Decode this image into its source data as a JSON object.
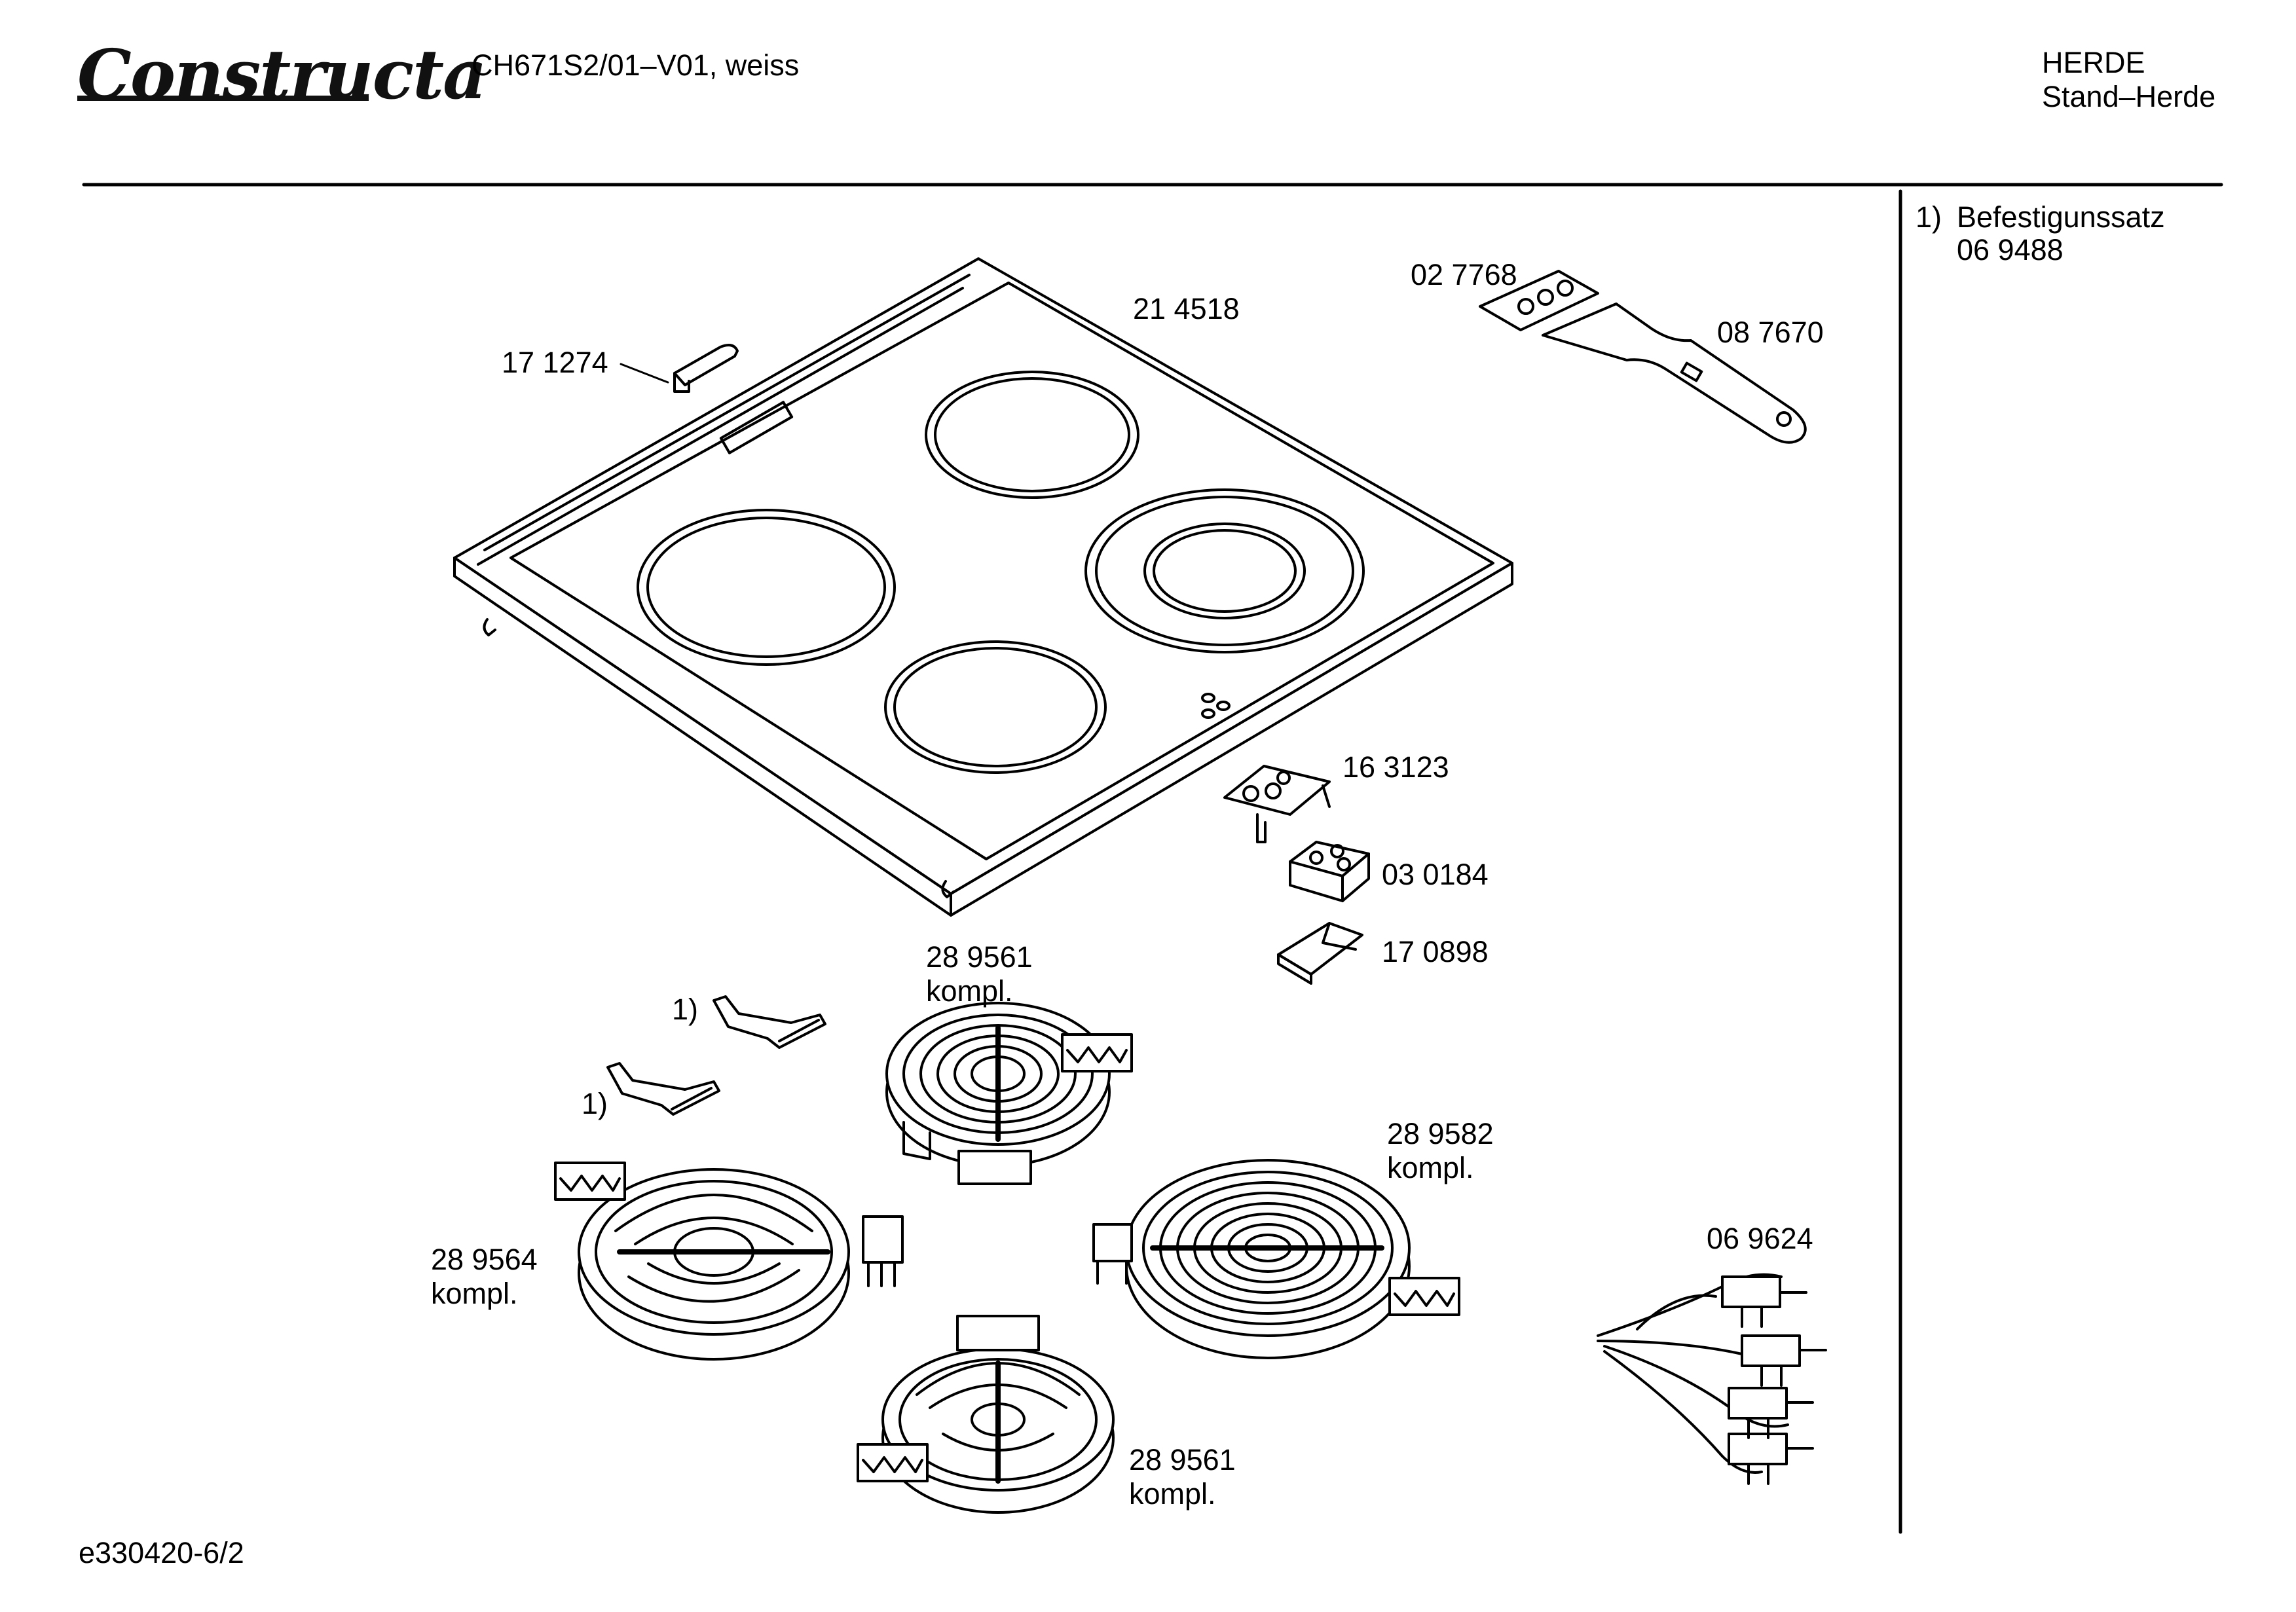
{
  "header": {
    "brand": "Constructa",
    "model": "CH671S2/01–V01, weiss",
    "category_line1": "HERDE",
    "category_line2": "Stand–Herde"
  },
  "side_note": {
    "marker": "1)",
    "title": "Befestigunssatz",
    "part_no": "06 9488"
  },
  "parts": {
    "cooktop": "21 4518",
    "knob_clip": "17 1274",
    "scraper_blade": "02 7768",
    "scraper": "08 7670",
    "terminal_holder": "16 3123",
    "terminal_block": "03 0184",
    "terminal_cover": "17 0898",
    "heater_top": "28 9561",
    "heater_right": "28 9582",
    "heater_left": "28 9564",
    "heater_bottom": "28 9561",
    "wiring_harness": "06 9624",
    "kompl": "kompl.",
    "bracket_marker": "1)"
  },
  "footer": {
    "doc_id": "e330420-6/2"
  }
}
